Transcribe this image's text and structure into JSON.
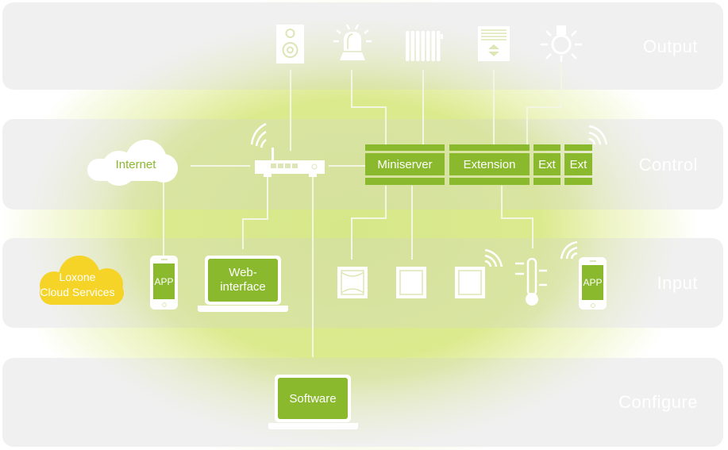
{
  "layers": [
    {
      "id": "output",
      "label": "Output"
    },
    {
      "id": "control",
      "label": "Control"
    },
    {
      "id": "input",
      "label": "Input"
    },
    {
      "id": "configure",
      "label": "Configure"
    }
  ],
  "control": {
    "internet_label": "Internet",
    "miniserver_label": "Miniserver",
    "extension_label": "Extension",
    "ext1_label": "Ext",
    "ext2_label": "Ext"
  },
  "input": {
    "cloud_label_line1": "Loxone",
    "cloud_label_line2": "Cloud Services",
    "app_label": "APP",
    "web_label_line1": "Web-",
    "web_label_line2": "interface",
    "app2_label": "APP"
  },
  "configure": {
    "software_label": "Software"
  },
  "output": {
    "devices": [
      "speaker-icon",
      "siren-icon",
      "radiator-icon",
      "blinds-icon",
      "light-bulb-icon"
    ]
  },
  "colors": {
    "accent_green": "#8ab92d",
    "cloud_yellow": "#f5d327",
    "glow_green": "#dcea8e",
    "panel_grey": "#f0f0f0"
  }
}
